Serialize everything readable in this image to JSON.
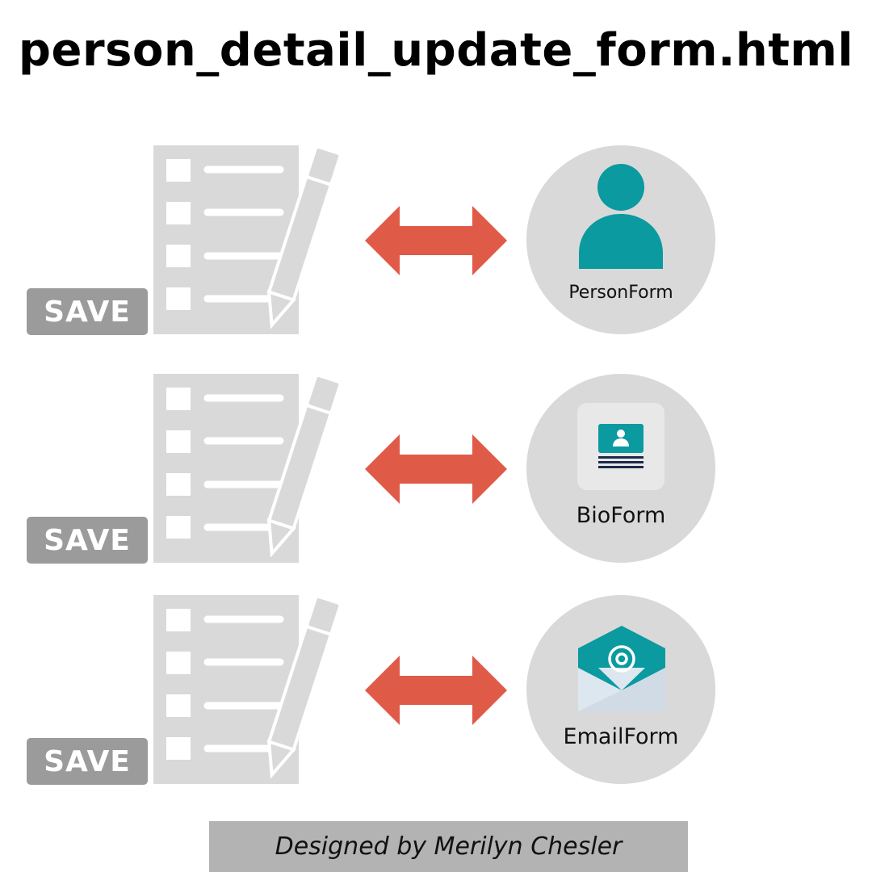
{
  "title": "person_detail_update_form.html",
  "rows": [
    {
      "save_label": "SAVE",
      "target_label": "PersonForm",
      "icon": "person-icon"
    },
    {
      "save_label": "SAVE",
      "target_label": "BioForm",
      "icon": "id-card-icon"
    },
    {
      "save_label": "SAVE",
      "target_label": "EmailForm",
      "icon": "email-icon"
    }
  ],
  "footer": "Designed by Merilyn Chesler",
  "colors": {
    "arrow": "#e05a48",
    "teal": "#0a9aa0",
    "form_gray": "#d9d9d9",
    "save_gray": "#9b9b9b",
    "footer_gray": "#b3b3b3"
  }
}
